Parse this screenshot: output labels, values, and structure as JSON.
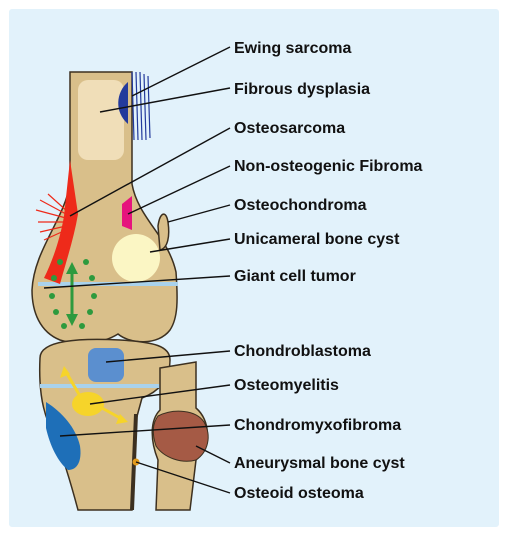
{
  "colors": {
    "background": "#e2f2fb",
    "frame": "#ffffff",
    "bone": "#d9bf8a",
    "bone_outline": "#3c3020",
    "growth_plate": "#a9d2ec",
    "ewing": "#233a9c",
    "fibrous": "#f0deb8",
    "osteosarcoma": "#ee2a1a",
    "fibroma": "#e6137d",
    "bone_cyst": "#fbf6c4",
    "giant_cell": "#2e9a3e",
    "chondroblastoma": "#5b8fcf",
    "osteomyelitis": "#f6d42a",
    "chondromyxofibroma": "#1e6fb8",
    "aneurysmal": "#a55a45",
    "osteoid": "#e39a1a",
    "leader": "#111111"
  },
  "labels": [
    {
      "id": "ewing-sarcoma",
      "text": "Ewing sarcoma"
    },
    {
      "id": "fibrous-dysplasia",
      "text": "Fibrous dysplasia"
    },
    {
      "id": "osteosarcoma",
      "text": "Osteosarcoma"
    },
    {
      "id": "non-osteogenic-fibroma",
      "text": "Non-osteogenic Fibroma"
    },
    {
      "id": "osteochondroma",
      "text": "Osteochondroma"
    },
    {
      "id": "unicameral-bone-cyst",
      "text": "Unicameral bone cyst"
    },
    {
      "id": "giant-cell-tumor",
      "text": "Giant cell tumor"
    },
    {
      "id": "chondroblastoma",
      "text": "Chondroblastoma"
    },
    {
      "id": "osteomyelitis",
      "text": "Osteomyelitis"
    },
    {
      "id": "chondromyxofibroma",
      "text": "Chondromyxofibroma"
    },
    {
      "id": "aneurysmal-bone-cyst",
      "text": "Aneurysmal bone cyst"
    },
    {
      "id": "osteoid-osteoma",
      "text": "Osteoid osteoma"
    }
  ]
}
